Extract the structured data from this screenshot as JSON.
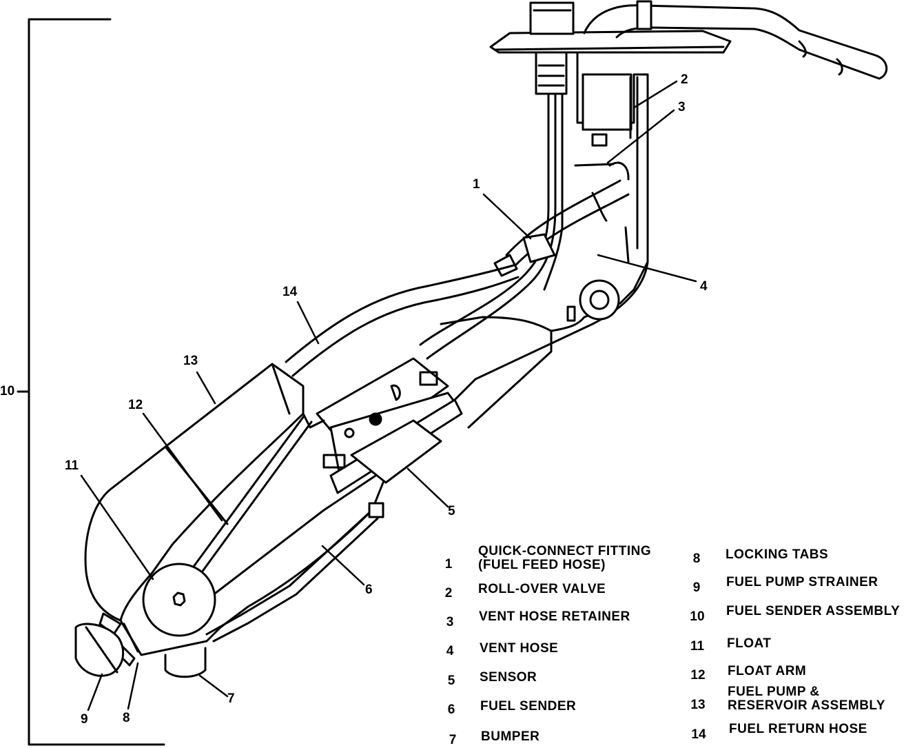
{
  "callouts": [
    "1",
    "2",
    "3",
    "4",
    "5",
    "6",
    "7",
    "8",
    "9",
    "10",
    "11",
    "12",
    "13",
    "14"
  ],
  "legend": [
    {
      "num": "1",
      "text": "QUICK-CONNECT FITTING\n(FUEL FEED HOSE)"
    },
    {
      "num": "2",
      "text": "ROLL-OVER VALVE"
    },
    {
      "num": "3",
      "text": "VENT HOSE RETAINER"
    },
    {
      "num": "4",
      "text": "VENT HOSE"
    },
    {
      "num": "5",
      "text": "SENSOR"
    },
    {
      "num": "6",
      "text": "FUEL SENDER"
    },
    {
      "num": "7",
      "text": "BUMPER"
    },
    {
      "num": "8",
      "text": "LOCKING TABS"
    },
    {
      "num": "9",
      "text": "FUEL PUMP STRAINER"
    },
    {
      "num": "10",
      "text": "FUEL SENDER ASSEMBLY"
    },
    {
      "num": "11",
      "text": "FLOAT"
    },
    {
      "num": "12",
      "text": "FLOAT ARM"
    },
    {
      "num": "13",
      "text": "FUEL PUMP &\nRESERVOIR ASSEMBLY"
    },
    {
      "num": "14",
      "text": "FUEL RETURN HOSE"
    }
  ]
}
